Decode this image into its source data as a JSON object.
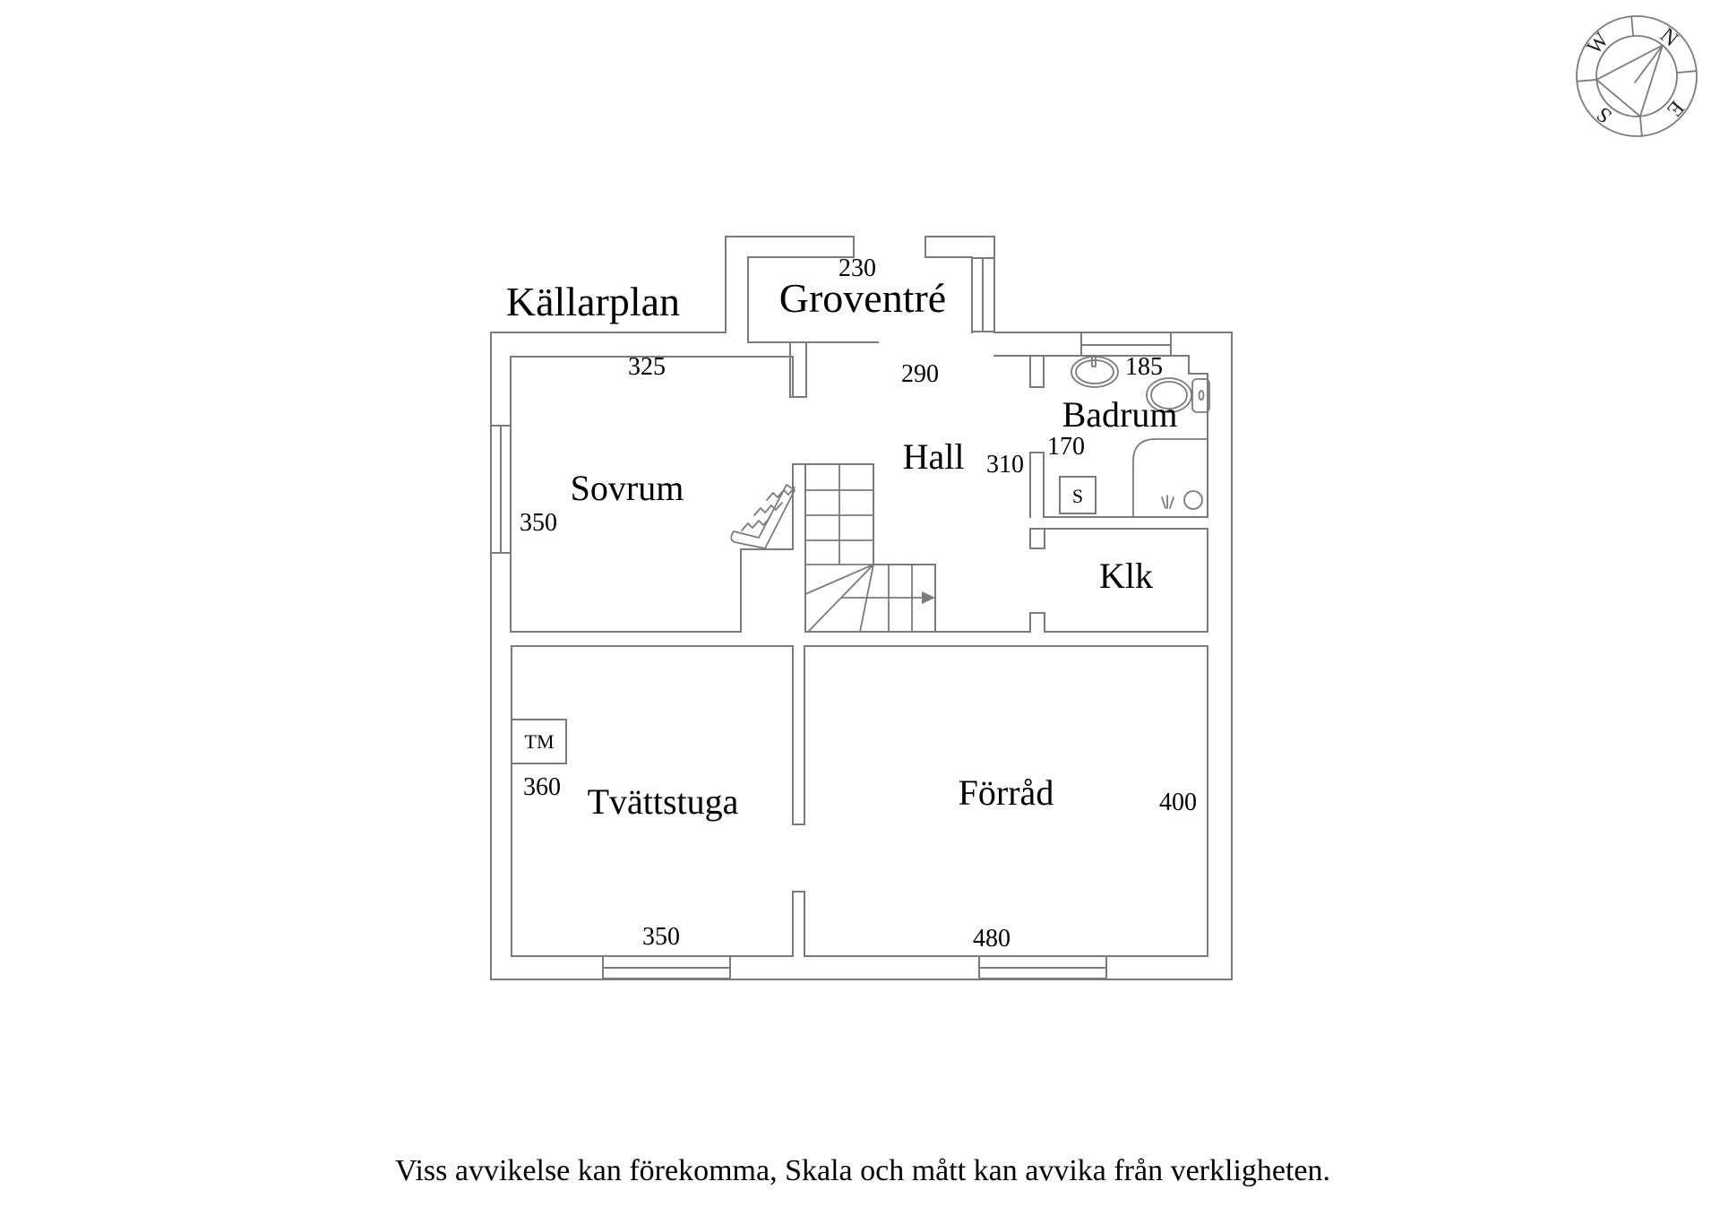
{
  "title": "Källarplan",
  "footer": "Viss avvikelse kan förekomma, Skala och mått kan avvika från verkligheten.",
  "compass": {
    "n": "N",
    "e": "E",
    "s": "S",
    "w": "W"
  },
  "rooms": {
    "groventre": {
      "name": "Groventré",
      "dim_width": "230"
    },
    "sovrum": {
      "name": "Sovrum",
      "dim_top": "325",
      "dim_left": "350"
    },
    "hall": {
      "name": "Hall",
      "dim_top": "290",
      "dim_right": "310"
    },
    "badrum": {
      "name": "Badrum",
      "dim_top": "185",
      "dim_left": "170",
      "cabinet_label": "S"
    },
    "klk": {
      "name": "Klk"
    },
    "tvattstuga": {
      "name": "Tvättstuga",
      "dim_left": "360",
      "dim_bottom": "350",
      "machine_label": "TM"
    },
    "forrad": {
      "name": "Förråd",
      "dim_right": "400",
      "dim_bottom": "480"
    }
  },
  "icons": {
    "compass_rose": "compass-rose",
    "stairs": "stairs-with-direction-arrow",
    "radiator": "radiator",
    "sink": "sink",
    "toilet": "toilet",
    "shower": "shower",
    "windows": "window-markers"
  },
  "colors": {
    "line": "#7b7b7b",
    "text": "#000000",
    "background": "#ffffff"
  }
}
